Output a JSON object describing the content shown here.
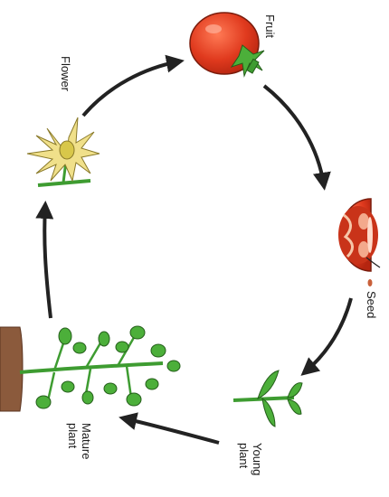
{
  "diagram": {
    "stages": [
      {
        "id": "fruit",
        "label": "Fruit"
      },
      {
        "id": "seed",
        "label": "Seed"
      },
      {
        "id": "young_plant",
        "label": "Young\nplant"
      },
      {
        "id": "mature_plant",
        "label": "Mature\nplant"
      },
      {
        "id": "flower",
        "label": "Flower"
      }
    ],
    "colors": {
      "tomato": "#e03a1e",
      "leaf": "#4caf3a",
      "flower": "#f0e08a",
      "soil": "#8b5a3c",
      "arrow": "#222222"
    }
  }
}
